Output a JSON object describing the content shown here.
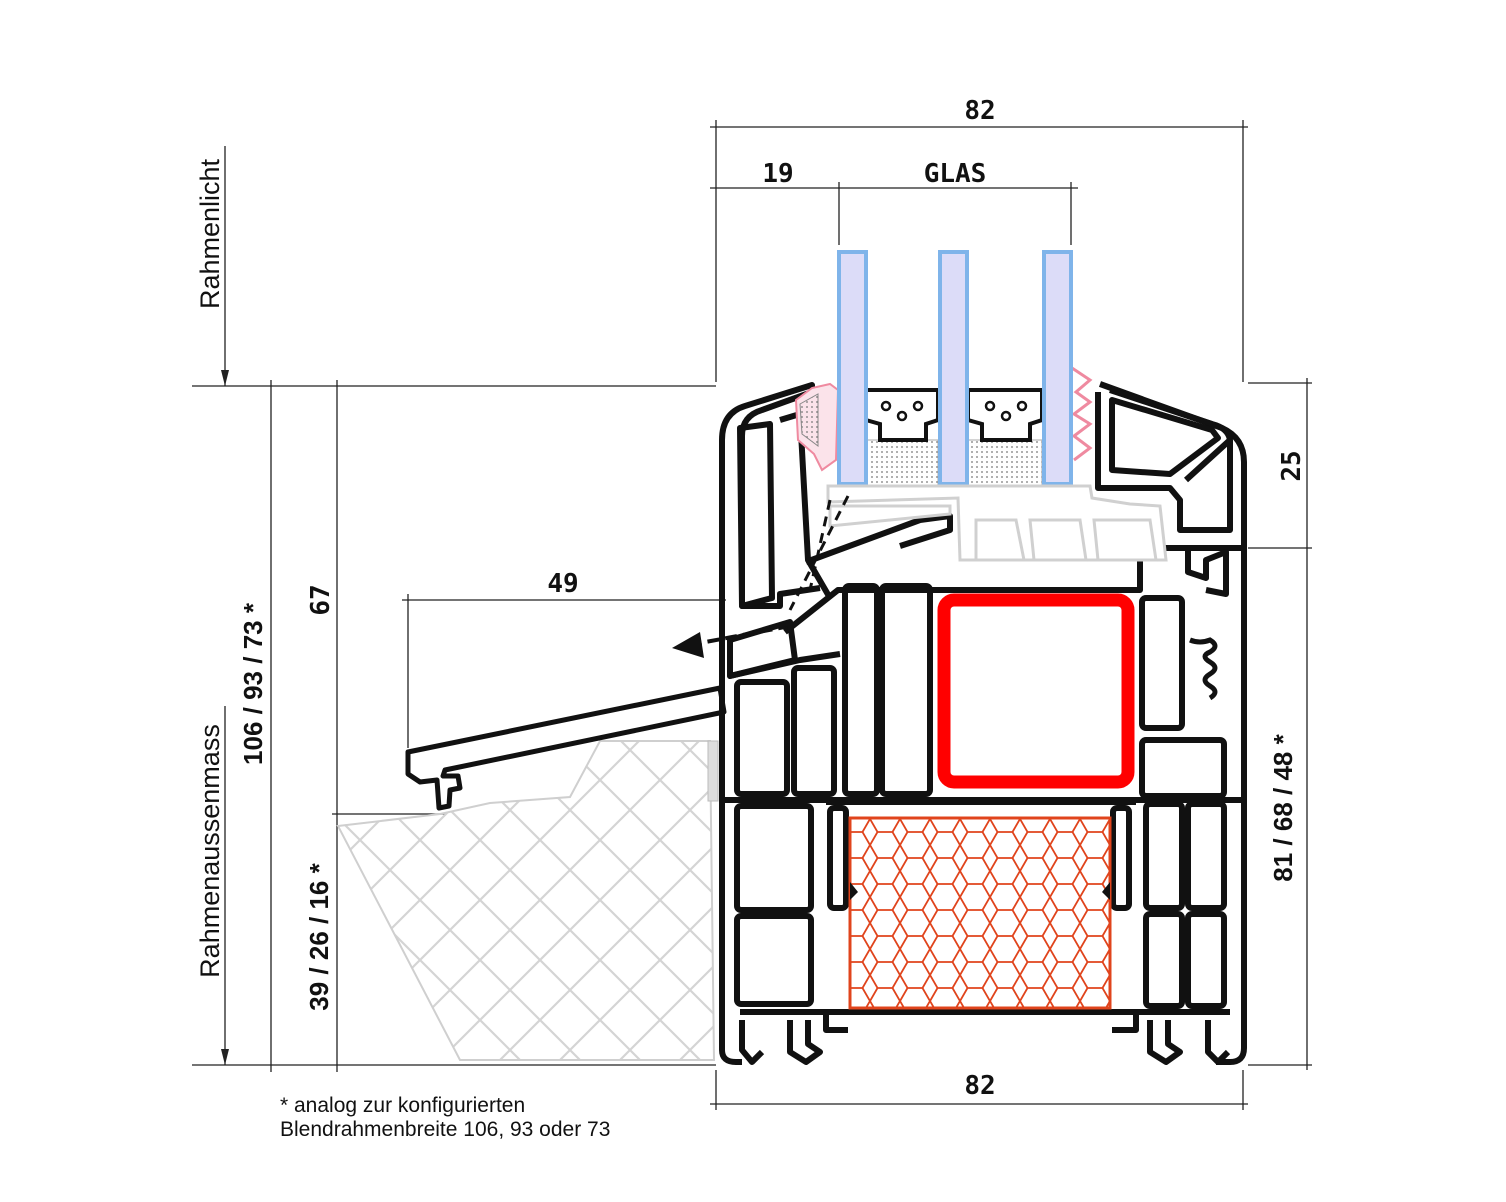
{
  "dimensions": {
    "top_width": "82",
    "bottom_width": "82",
    "glass_rebate": "19",
    "glass_label": "GLAS",
    "sill_projection": "49",
    "rebate_height": "25",
    "sill_height": "67",
    "frame_outer_options": "106 / 93 / 73 *",
    "frame_lower_options": "39 / 26 / 16 *",
    "frame_inner_options": "81 / 68 / 48 *"
  },
  "labels": {
    "frame_clear": "Rahmenlicht",
    "frame_outer": "Rahmenaussenmass"
  },
  "footnote": {
    "line1": "* analog zur konfigurierten",
    "line2": "Blendrahmenbreite 106, 93 oder 73"
  },
  "colors": {
    "profile": "#111111",
    "glass_fill": "#dcdcf8",
    "glass_edge": "#7fb4ea",
    "gasket": "#ef8aa0",
    "steel_reinforcement": "#ff0000",
    "foam_insulation": "#e0441c",
    "masonry": "#cfcfcf"
  }
}
